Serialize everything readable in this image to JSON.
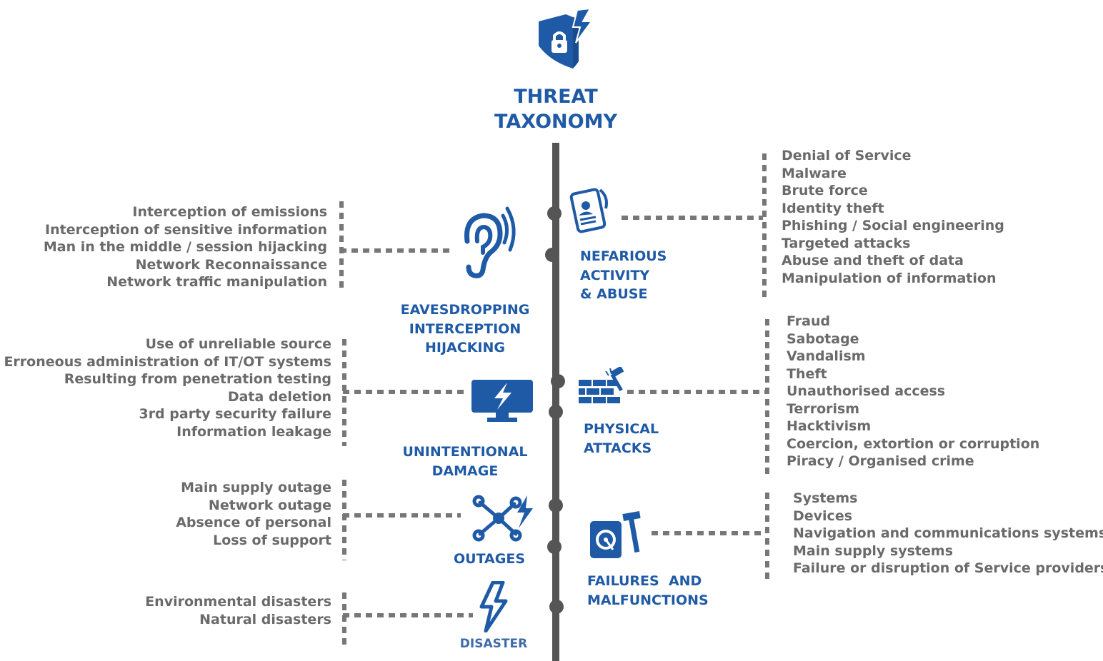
{
  "title": [
    "THREAT",
    "TAXONOMY"
  ],
  "colors": {
    "blue": "#1f5aa6",
    "text_gray": "#6a6a6a",
    "line": "#555555",
    "dots": "#777777"
  },
  "categories": {
    "eavesdropping": {
      "label": [
        "EAVESDROPPING",
        "INTERCEPTION",
        "HIJACKING"
      ],
      "icon": "ear-icon",
      "items": [
        "Interception of emissions",
        "Interception of sensitive information",
        "Man in the middle / session hijacking",
        "Network Reconnaissance",
        "Network traffic manipulation"
      ]
    },
    "unintentional": {
      "label": [
        "UNINTENTIONAL",
        "DAMAGE"
      ],
      "icon": "monitor-lightning-icon",
      "items": [
        "Use of unreliable source",
        "Erroneous administration of IT/OT systems",
        "Resulting from penetration testing",
        "Data deletion",
        "3rd party security failure",
        "Information leakage"
      ]
    },
    "outages": {
      "label": [
        "OUTAGES"
      ],
      "icon": "network-outage-icon",
      "items": [
        "Main supply outage",
        "Network outage",
        "Absence of personal",
        "Loss of support"
      ]
    },
    "disaster": {
      "label": [
        "DISASTER"
      ],
      "icon": "lightning-bolt-icon",
      "items": [
        "Environmental disasters",
        "Natural disasters"
      ]
    },
    "nefarious": {
      "label": [
        "NEFARIOUS",
        "ACTIVITY",
        "& ABUSE"
      ],
      "icon": "id-badge-icon",
      "items": [
        "Denial of Service",
        "Malware",
        "Brute force",
        "Identity theft",
        "Phishing / Social engineering",
        "Targeted attacks",
        "Abuse and theft of data",
        "Manipulation of information"
      ]
    },
    "physical": {
      "label": [
        "PHYSICAL",
        "ATTACKS"
      ],
      "icon": "brick-wall-hammer-icon",
      "items": [
        "Fraud",
        "Sabotage",
        "Vandalism",
        "Theft",
        "Unauthorised access",
        "Terrorism",
        "Hacktivism",
        "Coercion, extortion or corruption",
        "Piracy / Organised crime"
      ]
    },
    "failures": {
      "label": [
        "FAILURES  AND",
        "MALFUNCTIONS"
      ],
      "icon": "hard-drive-hammer-icon",
      "items": [
        "Systems",
        "Devices",
        "Navigation and communications systems",
        "Main supply systems",
        "Failure or disruption of Service providers"
      ]
    }
  }
}
